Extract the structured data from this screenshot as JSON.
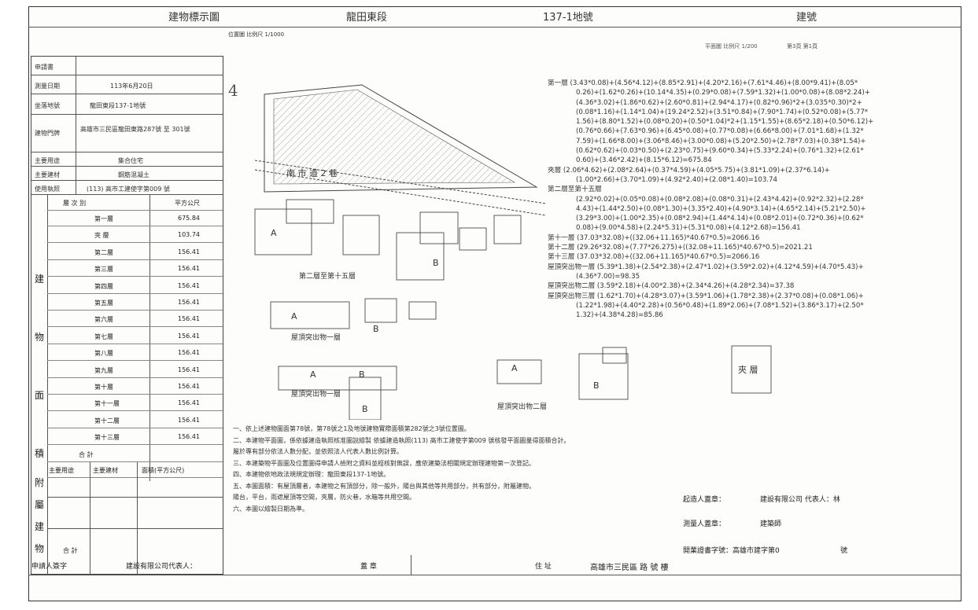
{
  "header": {
    "title": "建物標示圖",
    "section": "龍田東段",
    "parcel_no": "137-1地號",
    "building_no": "建號"
  },
  "left_info": {
    "rows": [
      {
        "label": "申請書",
        "value": ""
      },
      {
        "label": "測量日期",
        "value": "113年6月20日"
      },
      {
        "label": "坐落地號",
        "value": "龍田東段137-1地號"
      },
      {
        "label": "建物門牌",
        "value": "高雄市三民區龍田東路287號 至 301號"
      },
      {
        "label": "主要用途",
        "value": "集合住宅"
      },
      {
        "label": "主要建材",
        "value": "鋼筋混凝土"
      },
      {
        "label": "使用執照",
        "value": "(113) 高市工建使字第009 號"
      }
    ],
    "floors_header": {
      "col1": "層 次 別",
      "col2": "平方公尺"
    },
    "floors": [
      {
        "name": "第一層",
        "area": "675.84"
      },
      {
        "name": "夾 層",
        "area": "103.74"
      },
      {
        "name": "第二層",
        "area": "156.41"
      },
      {
        "name": "第三層",
        "area": "156.41"
      },
      {
        "name": "第四層",
        "area": "156.41"
      },
      {
        "name": "第五層",
        "area": "156.41"
      },
      {
        "name": "第六層",
        "area": "156.41"
      },
      {
        "name": "第七層",
        "area": "156.41"
      },
      {
        "name": "第八層",
        "area": "156.41"
      },
      {
        "name": "第九層",
        "area": "156.41"
      },
      {
        "name": "第十層",
        "area": "156.41"
      },
      {
        "name": "第十一層",
        "area": "156.41"
      },
      {
        "name": "第十二層",
        "area": "156.41"
      },
      {
        "name": "第十三層",
        "area": "156.41"
      }
    ],
    "total_label": "合 計",
    "total_value": "",
    "side_label_1": "建物面積",
    "side_label_2": "附屬建物",
    "attach_headers": [
      "主要用途",
      "主要建材",
      "面積(平方公尺)"
    ],
    "bottom_labels": [
      "合 計"
    ]
  },
  "plan": {
    "scale_left": "位置圖 比例尺 1/1000",
    "scale_right": "平面圖 比例尺 1/200",
    "page_mark": "第3頁 第1頁",
    "north": "4",
    "road_label": "南 市 道 2 巷",
    "labels": {
      "first_floor": "第二層至第十五層",
      "roof1": "屋頂突出物一層",
      "roof2": "屋頂突出物二層",
      "roof3": "屋頂突出物一層",
      "mezz": "夾 層"
    }
  },
  "calc": [
    "第一層 (3.43*0.08)+(4.56*4.12)+(8.85*2.91)+(4.20*2.16)+(7.61*4.46)+(8.00*9.41)+(8.05*",
    "0.26)+(1.62*0.26)+(10.14*4.35)+(0.29*0.08)+(7.59*1.32)+(1.00*0.08)+(8.08*2.24)+",
    "(4.36*3.02)+(1.86*0.62)+(2.60*0.81)+(2.94*4.17)+(0.82*0.96)*2+(3.035*0.30)*2+",
    "(0.08*1.16)+(1.14*1.04)+(19.24*2.52)+(3.51*0.84)+(7.90*1.74)+(0.52*0.08)+(5.77*",
    "1.56)+(8.80*1.52)+(0.08*0.20)+(0.50*1.04)*2+(1.15*1.55)+(8.65*2.18)+(0.50*6.12)+",
    "(0.76*0.66)+(7.63*0.96)+(6.45*0.08)+(0.77*0.08)+(6.66*8.00)+(7.01*1.68)+(1.32*",
    "7.59)+(1.66*8.00)+(3.06*8.46)+(3.00*0.08)+(5.20*2.50)+(2.78*7.03)+(0.38*1.54)+",
    "(0.62*0.62)+(0.03*0.50)+(2.23*0.75)+(9.60*0.34)+(5.33*2.24)+(0.76*1.32)+(2.61*",
    "0.60)+(3.46*2.42)+(8.15*6.12)=675.84",
    "夾層 (2.06*4.62)+(2.08*2.64)+(0.37*4.59)+(4.05*5.75)+(3.81*1.09)+(2.37*6.14)+",
    "(1.00*2.66)+(3.70*1.09)+(4.92*2.40)+(2.08*1.40)=103.74",
    "第二層至第十五層",
    "(2.92*0.02)+(0.05*0.08)+(0.08*2.08)+(0.08*0.31)+(2.43*4.42)+(0.92*2.32)+(2.28*",
    "4.43)+(1.44*2.50)+(0.08*1.30)+(3.35*2.40)+(4.90*3.14)+(4.65*2.14)+(5.21*2.50)+",
    "(3.29*3.00)+(1.00*2.35)+(0.08*2.94)+(1.44*4.14)+(0.08*2.01)+(0.72*0.36)+(0.62*",
    "0.08)+(9.00*4.58)+(2.24*5.31)+(5.31*0.08)+(4.12*2.68)=156.41",
    "第十一層 (37.03*32.08)+((32.06+11.165)*40.67*0.5)=2066.16",
    "第十二層 (29.26*32.08)+(7.77*26.275)+((32.08+11.165)*40.67*0.5)=2021.21",
    "第十三層 (37.03*32.08)+((32.06+11.165)*40.67*0.5)=2066.16",
    "屋頂突出物一層 (5.39*1.38)+(2.54*2.38)+(2.47*1.02)+(3.59*2.02)+(4.12*4.59)+(4.70*5.43)+",
    "(4.36*7.00)=98.35",
    "屋頂突出物二層 (3.59*2.18)+(4.00*2.38)+(2.34*4.26)+(4.28*2.34)=37.38",
    "屋頂突出物三層 (1.62*1.70)+(4.28*3.07)+(3.59*1.06)+(1.78*2.38)+(2.37*0.08)+(0.08*1.06)+",
    "(1.22*1.98)+(4.40*2.28)+(0.56*0.48)+(1.89*2.06)+(7.08*1.52)+(3.86*3.17)+(2.50*",
    "1.32)+(4.38*4.28)=85.86"
  ],
  "notes": [
    "一、依上述建物圖面第78號，第78號之1及地號建物實際面積第282號之3號位置圖。",
    "二、本建物平面圖，係依據建造執照核准圖說繪製     依據建造執照(113) 高市工建使字第009  號核發平面圖量得面積合計。",
    "    屬於專有部分依法人數分配，並依照法人代表人數比例計算。",
    "三、本建築物平面圖及位置圖得申請人檢附之資料並經核對無誤，應依建築法相關規定辦理建物第一次登記。",
    "四、本建物依地政法規規定辦理：龍田東段137-1地號。",
    "五、本圖面積：有屋頂層者，本建物之有頂部分，除一般外，陽台與其他等共用部分，共有部分，附屬建物。",
    "    陽台，平台，雨遮屋頂等空間，夾層，防火巷，水箱等共用空間。",
    "六、本圖以繪製日期為準。"
  ],
  "signatures": {
    "applicant_label": "起造人蓋章：",
    "applicant_value": "建設有限公司 代表人：林",
    "surveyor_label": "測量人蓋章：",
    "surveyor_value": "建築師",
    "cert_label": "開業證書字號：高雄市建字第0",
    "cert_suffix": "號"
  },
  "footer": {
    "applicant_sign_label": "申請人簽字",
    "company": "建設有限公司代表人：",
    "stamp": "蓋 章",
    "address_label": "住 址",
    "address": "高雄市三民區  路  號  樓"
  }
}
